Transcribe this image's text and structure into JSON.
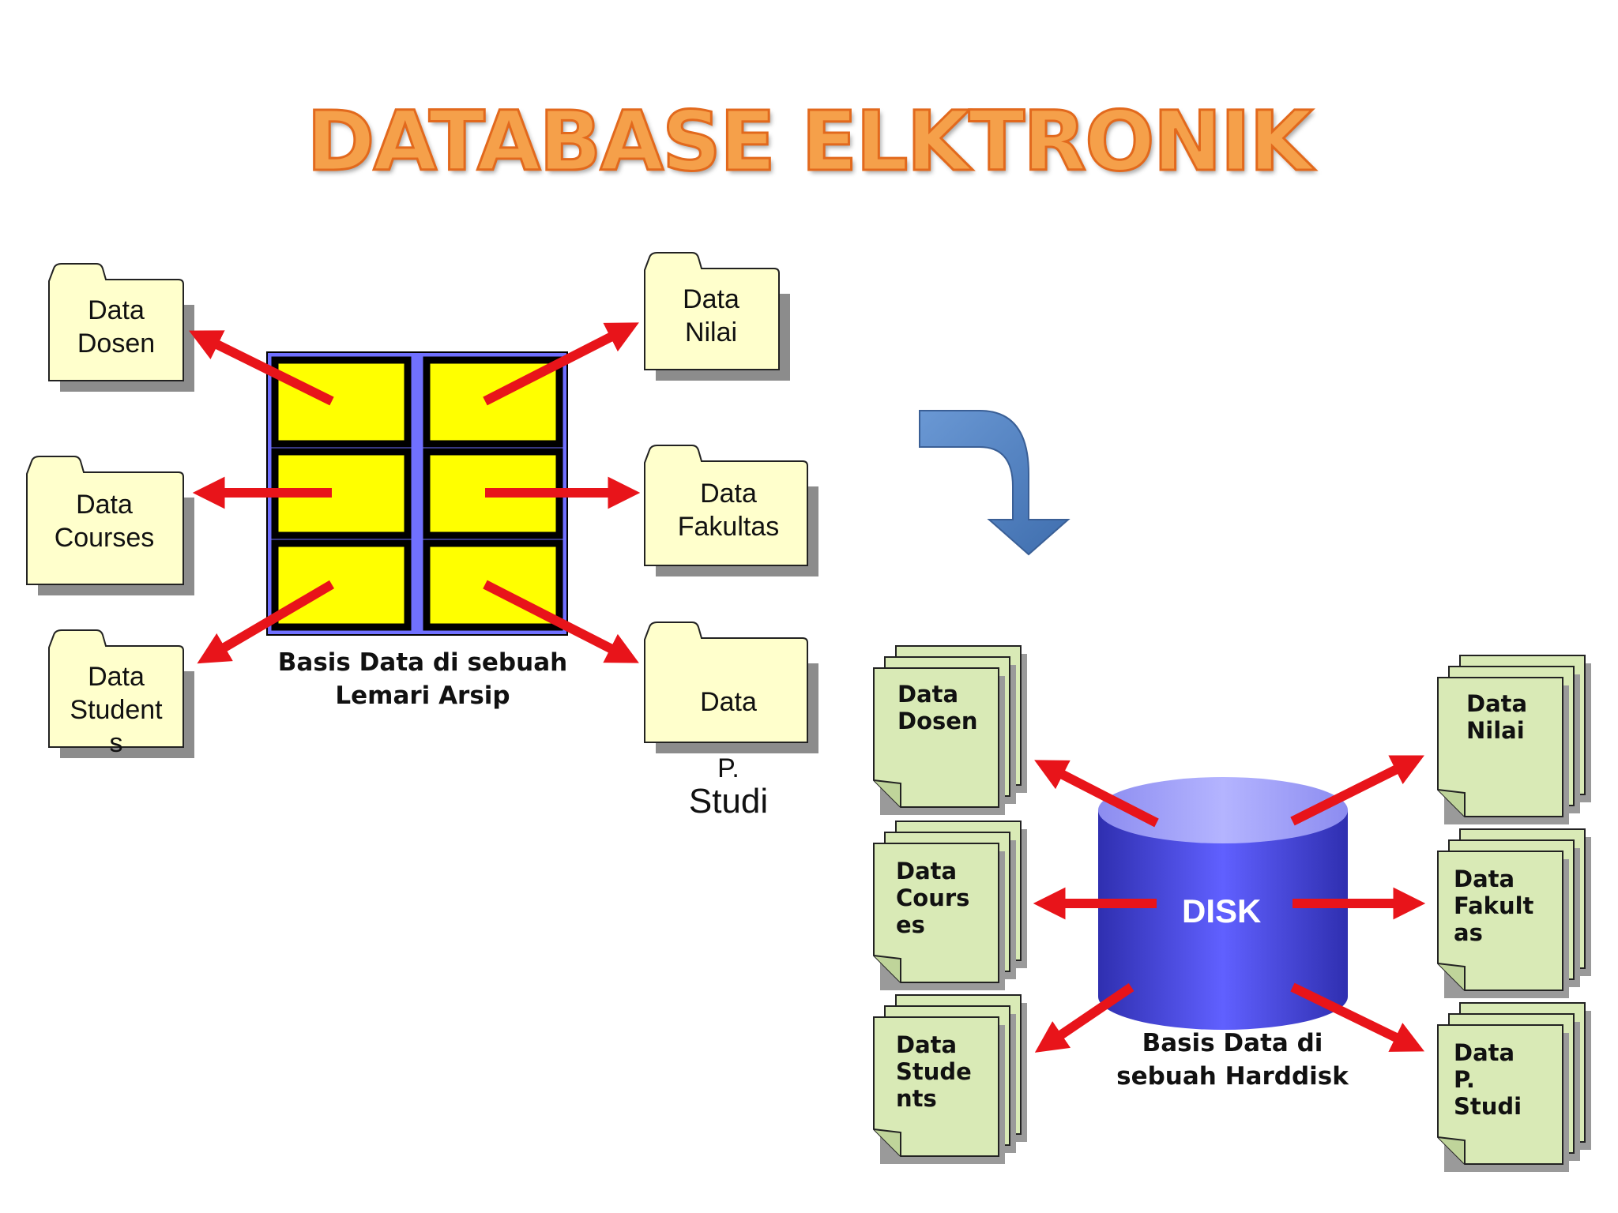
{
  "title": "DATABASE ELKTRONIK",
  "cabinet": {
    "caption": "Basis Data di sebuah\nLemari Arsip",
    "fill": "#ffff00",
    "frame": "#7070ff"
  },
  "folders": {
    "dosen": "Data\nDosen",
    "courses": "Data\nCourses",
    "students": "Data\nStudent\ns",
    "nilai": "Data\nNilai",
    "fakultas": "Data\nFakultas",
    "pstudi_line1": "Data",
    "pstudi_prefix": "P.",
    "pstudi_word": "Studi"
  },
  "disk": {
    "label": "DISK",
    "caption": "Basis Data di\nsebuah Harddisk",
    "color": "#4a4ae0"
  },
  "documents": {
    "dosen": "Data\nDosen",
    "courses": "Data\nCours\nes",
    "students": "Data\nStude\nnts",
    "nilai": "Data\nNilai",
    "fakultas": "Data\nFakult\nas",
    "pstudi": "Data\nP.\nStudi"
  },
  "colors": {
    "arrow": "#e8141a",
    "folder_fill": "#ffffcc",
    "document_fill": "#d9eab6",
    "transition_arrow": "#4f80bd"
  }
}
